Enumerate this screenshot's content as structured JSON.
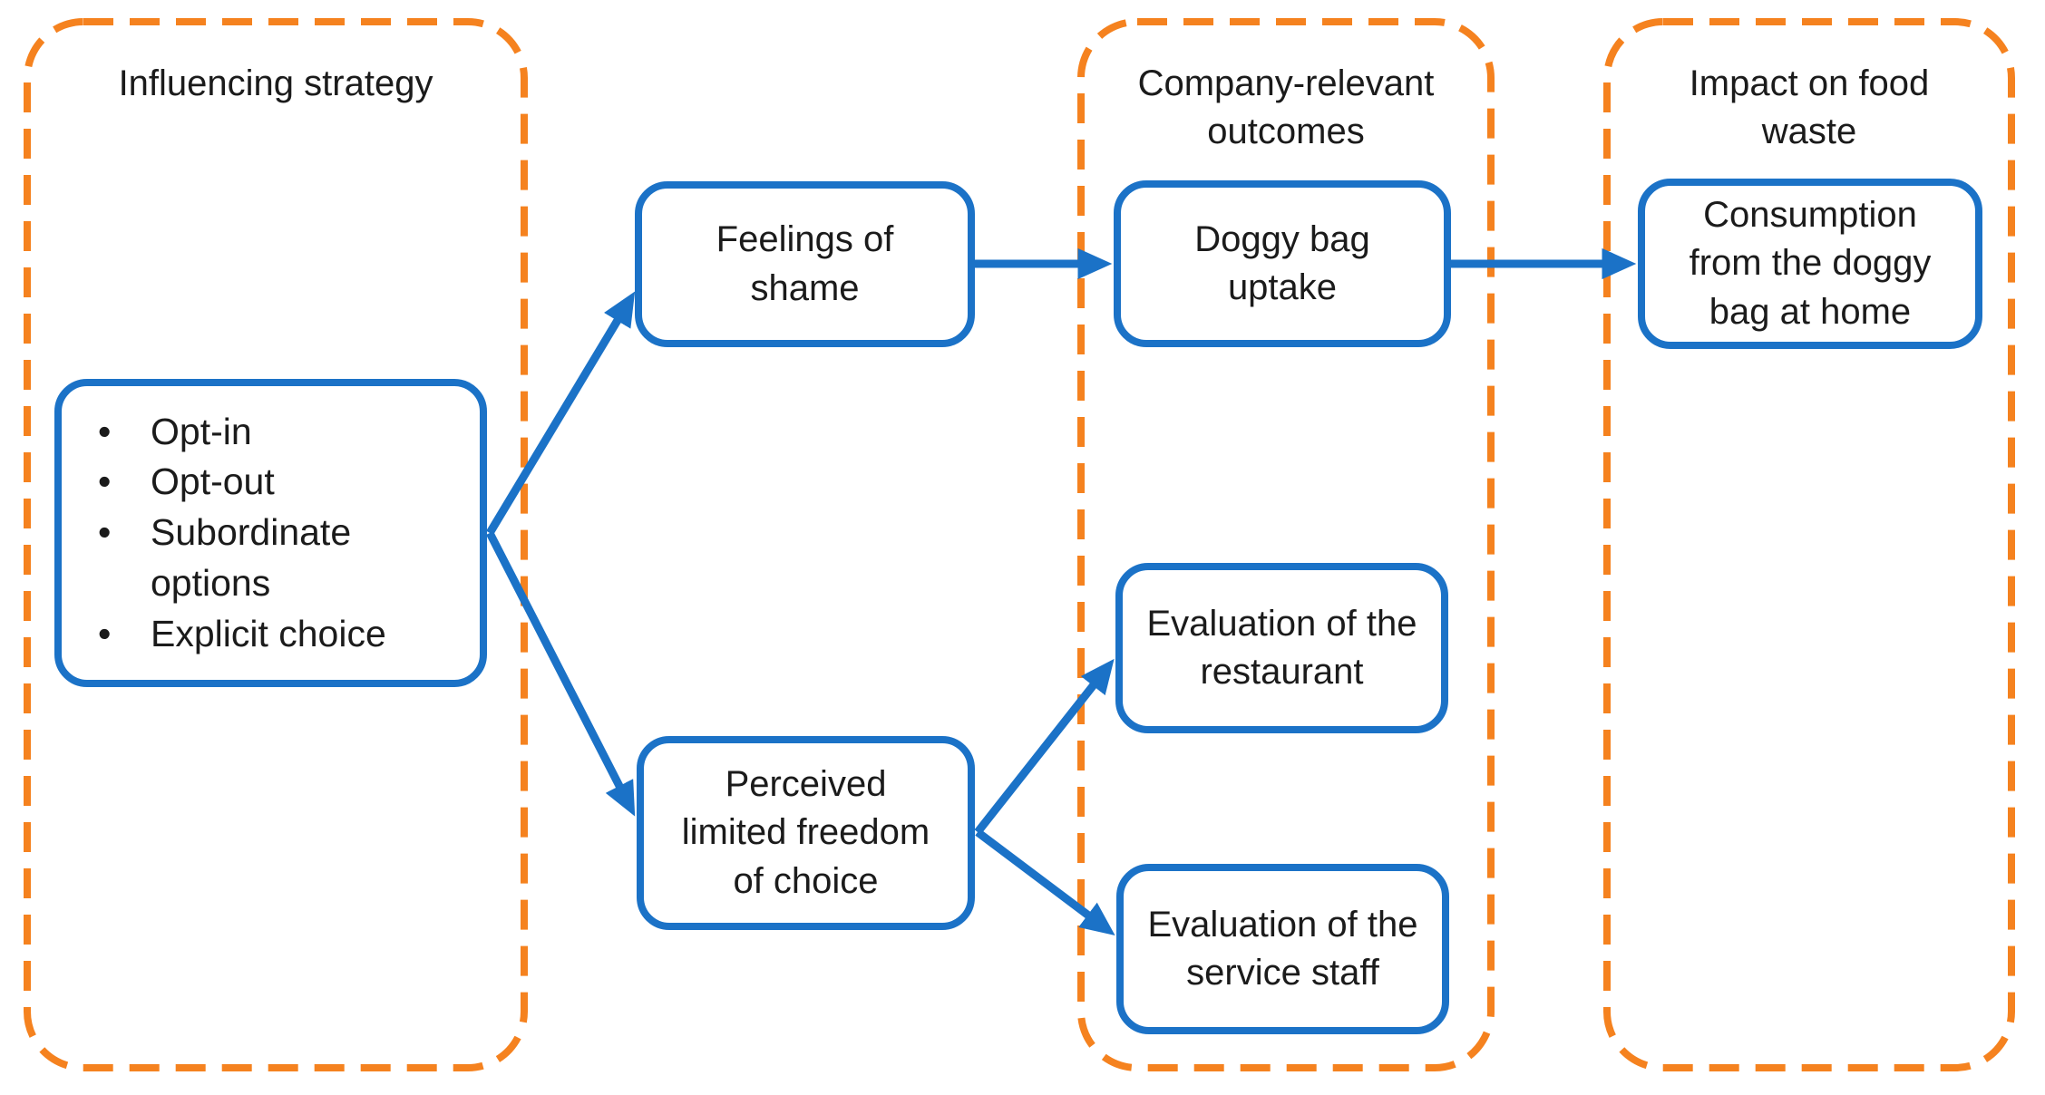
{
  "colors": {
    "panel_border": "#f5821f",
    "node_border": "#1b72c7",
    "arrow": "#1b72c7",
    "text": "#1b1b1b",
    "background": "#ffffff"
  },
  "panels": {
    "influencing": {
      "title": "Influencing strategy"
    },
    "company": {
      "title": "Company-relevant outcomes"
    },
    "impact": {
      "title": "Impact on food waste"
    }
  },
  "nodes": {
    "strategies": {
      "bullets": [
        "Opt-in",
        "Opt-out",
        "Subordinate options",
        "Explicit choice"
      ],
      "bullet_glyph": "•"
    },
    "shame": {
      "label": "Feelings of shame"
    },
    "freedom": {
      "label": "Perceived limited freedom of choice"
    },
    "doggy_bag": {
      "label": "Doggy bag uptake"
    },
    "restaurant": {
      "label": "Evaluation of the restaurant"
    },
    "staff": {
      "label": "Evaluation of the service staff"
    },
    "consumption": {
      "label": "Consumption from the doggy bag at home"
    }
  }
}
